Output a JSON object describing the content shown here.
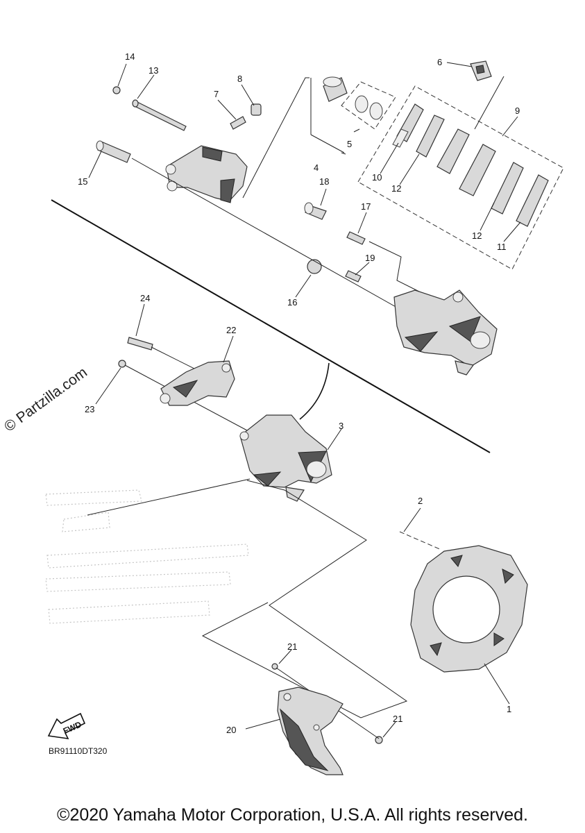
{
  "diagram": {
    "code": "BR91110DT320",
    "fwd_label": "FWD",
    "watermark": "© Partzilla.com",
    "copyright": "©2020 Yamaha Motor Corporation, U.S.A. All rights reserved.",
    "labels": [
      {
        "id": "l1",
        "text": "1"
      },
      {
        "id": "l2",
        "text": "2"
      },
      {
        "id": "l3",
        "text": "3"
      },
      {
        "id": "l4",
        "text": "4"
      },
      {
        "id": "l5",
        "text": "5"
      },
      {
        "id": "l6",
        "text": "6"
      },
      {
        "id": "l7",
        "text": "7"
      },
      {
        "id": "l8",
        "text": "8"
      },
      {
        "id": "l9",
        "text": "9"
      },
      {
        "id": "l10",
        "text": "10"
      },
      {
        "id": "l11",
        "text": "11"
      },
      {
        "id": "l12a",
        "text": "12"
      },
      {
        "id": "l12b",
        "text": "12"
      },
      {
        "id": "l13",
        "text": "13"
      },
      {
        "id": "l14",
        "text": "14"
      },
      {
        "id": "l15",
        "text": "15"
      },
      {
        "id": "l16",
        "text": "16"
      },
      {
        "id": "l17",
        "text": "17"
      },
      {
        "id": "l18",
        "text": "18"
      },
      {
        "id": "l19",
        "text": "19"
      },
      {
        "id": "l20",
        "text": "20"
      },
      {
        "id": "l21a",
        "text": "21"
      },
      {
        "id": "l21b",
        "text": "21"
      },
      {
        "id": "l22",
        "text": "22"
      },
      {
        "id": "l23",
        "text": "23"
      },
      {
        "id": "l24",
        "text": "24"
      }
    ]
  }
}
